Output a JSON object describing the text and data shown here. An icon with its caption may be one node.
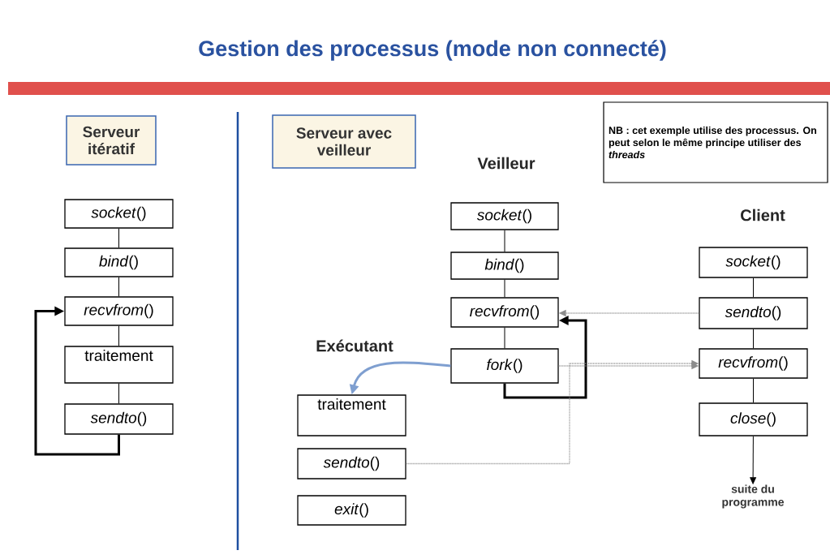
{
  "diagram": {
    "title": "Gestion des processus (mode non connecté)",
    "nodes": [
      {
        "text": [
          "Serveur itératif"
        ]
      },
      {
        "text": [
          "*socket*()"
        ]
      },
      {
        "text": [
          "*bind*()"
        ]
      },
      {
        "text": [
          "*recvfrom*()"
        ]
      },
      {
        "text": [
          "traitement"
        ]
      },
      {
        "text": [
          "*sendto*()"
        ]
      },
      {
        "text": [
          "Serveur avec veilleur"
        ]
      },
      {
        "text": [
          "*socket*()"
        ]
      },
      {
        "text": [
          "*bind*()"
        ]
      },
      {
        "text": [
          "*recvfrom*()"
        ]
      },
      {
        "text": [
          "*fork*()"
        ]
      },
      {
        "text": [
          "traitement"
        ]
      },
      {
        "text": [
          "*sendto*()"
        ]
      },
      {
        "text": [
          "*exit*()"
        ]
      },
      {
        "text": [
          "NB : cet exemple utilise des processus. On peut selon le même principe utiliser des *threads*"
        ]
      },
      {
        "text": [
          "*socket*()"
        ]
      },
      {
        "text": [
          "*sendto*()"
        ]
      },
      {
        "text": [
          "*recvfrom*()"
        ]
      },
      {
        "text": [
          "*close*()"
        ]
      },
      {
        "text": [
          "suite du programme"
        ]
      }
    ],
    "edges": [
      {
        "from": 1,
        "to": 2,
        "arrow": "none"
      },
      {
        "from": 2,
        "to": 3,
        "arrow": "none"
      },
      {
        "from": 3,
        "to": 4,
        "arrow": "none"
      },
      {
        "from": 4,
        "to": 5,
        "arrow": "none"
      },
      {
        "from": 5,
        "to": 3,
        "arrow": "to",
        "style": "thick"
      },
      {
        "from": 7,
        "to": 8,
        "arrow": "none"
      },
      {
        "from": 8,
        "to": 9,
        "arrow": "none"
      },
      {
        "from": 9,
        "to": 10,
        "arrow": "none"
      },
      {
        "from": 10,
        "to": 9,
        "arrow": "to",
        "style": "thick"
      },
      {
        "from": 10,
        "to": 11,
        "arrow": "to",
        "style": "thick",
        "color": "#7f9fd0"
      },
      {
        "from": 16,
        "to": 9,
        "arrow": "to",
        "style": "dashed",
        "color": "#8c8c8c"
      },
      {
        "from": 10,
        "to": 17,
        "arrow": "to",
        "style": "dashed",
        "color": "#8c8c8c"
      },
      {
        "from": 12,
        "to": 17,
        "arrow": "to",
        "style": "dashed",
        "color": "#8c8c8c"
      },
      {
        "from": 15,
        "to": 16,
        "arrow": "none"
      },
      {
        "from": 16,
        "to": 17,
        "arrow": "none"
      },
      {
        "from": 17,
        "to": 18,
        "arrow": "none"
      },
      {
        "from": 18,
        "to": 19,
        "arrow": "to"
      }
    ],
    "labels": [
      "Veilleur",
      "Exécutant",
      "Client"
    ]
  }
}
